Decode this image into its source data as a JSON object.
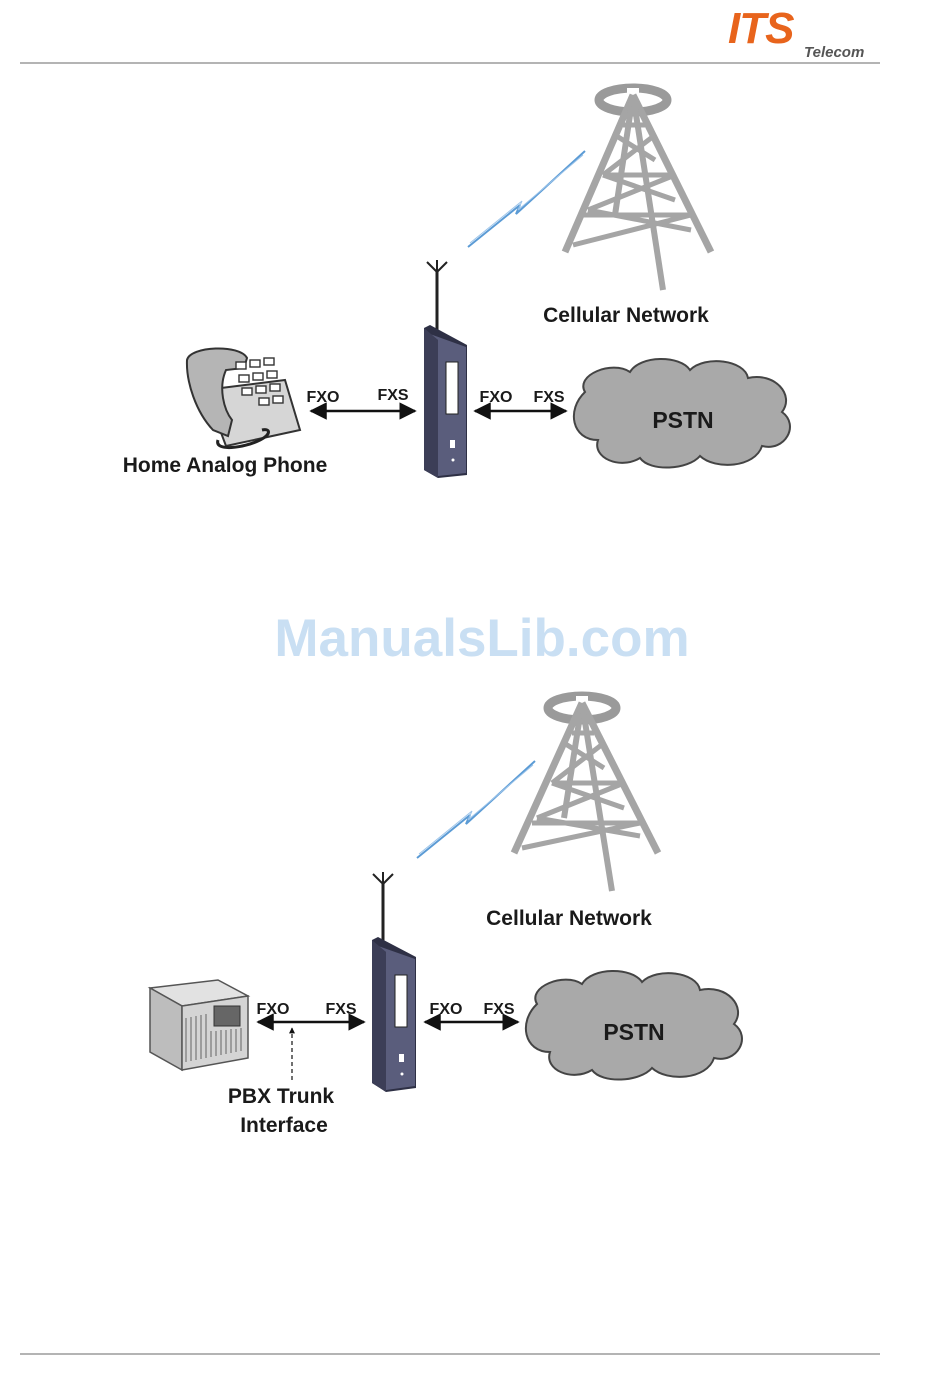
{
  "header": {
    "logo_its": "ITS",
    "logo_telecom": "Telecom"
  },
  "watermark": "ManualsLib.com",
  "diagram_top": {
    "tower_label": "Cellular Network",
    "left_device_label": "Home Analog Phone",
    "left_fxo": "FXO",
    "left_fxs": "FXS",
    "right_fxo": "FXO",
    "right_fxs": "FXS",
    "cloud_label": "PSTN"
  },
  "diagram_bottom": {
    "tower_label": "Cellular Network",
    "left_device_label_line1": "PBX Trunk",
    "left_device_label_line2": "Interface",
    "left_fxo": "FXO",
    "left_fxs": "FXS",
    "right_fxo": "FXO",
    "right_fxs": "FXS",
    "cloud_label": "PSTN"
  },
  "colors": {
    "accent": "#e8641c",
    "cloud": "#a9a9a9",
    "tower": "#a0a0a0",
    "device": "#4a4c66",
    "signal": "#5b9bd5"
  }
}
